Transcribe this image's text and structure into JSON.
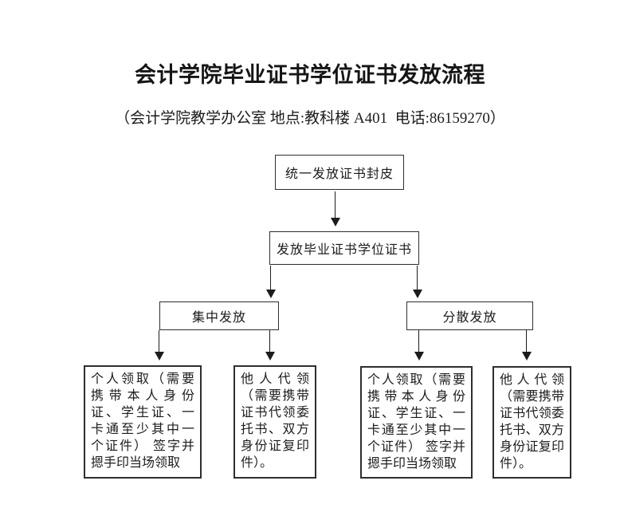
{
  "document": {
    "title": "会计学院毕业证书学位证书发放流程",
    "subtitle": "（会计学院教学办公室 地点:教科楼 A401  电话:86159270）"
  },
  "flowchart": {
    "root": "统一发放证书封皮",
    "issue": "发放毕业证书学位证书",
    "branch_left": "集中发放",
    "branch_right": "分散发放",
    "leaf_personal_lines": [
      "个人领取（需要",
      "携带本人身份",
      "证、学生证、一",
      "卡通至少其中一",
      "个证件） 签字并",
      "摁手印当场领取"
    ],
    "leaf_personal_fulltext": "个人领取（需要携带本人身份证、学生证、一卡通至少其中一个证件） 签字并摁手印当场领取",
    "leaf_proxy_lines": [
      "他人代领",
      "（需要携带",
      "证书代领委",
      "托书、双方",
      "身份证复印",
      "件）。"
    ],
    "leaf_proxy_fulltext": "他人代领（需要携带证书代领委托书、双方身份证复印件）。"
  },
  "colors": {
    "ink": "#1c1c1c",
    "border": "#2e2e2e",
    "paper": "#ffffff"
  }
}
